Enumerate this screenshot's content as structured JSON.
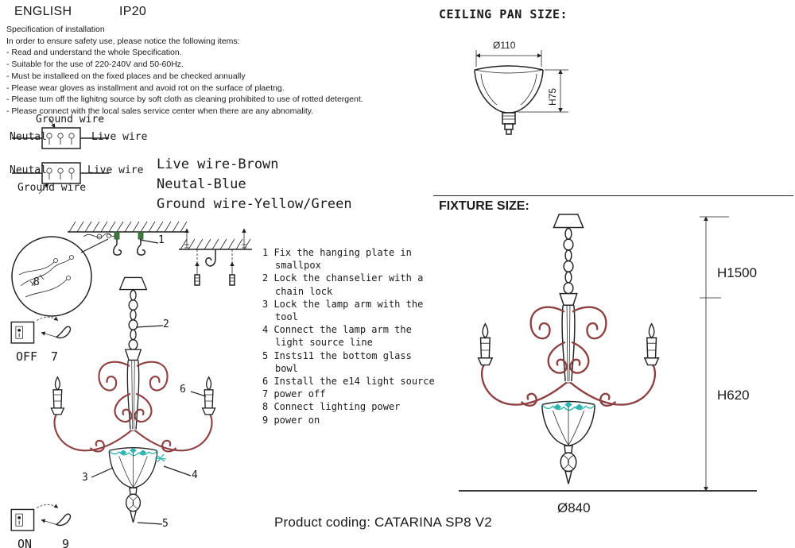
{
  "header": {
    "language": "ENGLISH",
    "ip_rating": "IP20"
  },
  "spec": {
    "title": "Specification of installation",
    "items": [
      "In order to ensure safety use, please notice the following items:",
      "- Read and understand the whole Specification.",
      "- Suitable for the use of 220-240V and 50-60Hz.",
      "- Must be installeed on the fixed places and be checked annually",
      "- Please wear gloves as installment and avoid rot on the surface of plaetng.",
      "- Please tum off the lighitng source by soft cloth as cleaning prohibited to use of rotted detergent.",
      "- Please connect with the local sales service center when there are any abnomality."
    ]
  },
  "wiring": {
    "ground_top": "Ground wire",
    "neutral_top": "Neutal",
    "live_top": "Live wire",
    "neutral_bottom": "Neutal",
    "live_bottom": "Live wire",
    "ground_bottom": "Ground wire",
    "legend": [
      "Live wire-Brown",
      "Neutal-Blue",
      "Ground wire-Yellow/Green"
    ]
  },
  "steps": [
    "1 Fix the hanging plate in smallpox",
    "2 Lock the chanselier with a chain lock",
    "3 Lock the lamp arm with the tool",
    "4 Connect the lamp arm the light source line",
    "5 Insts11 the bottom glass bowl",
    "6 Install the e14 light source",
    "7 power off",
    "8 Connect lighting power",
    "9 power on"
  ],
  "callouts": {
    "n1": "1",
    "n2": "2",
    "n3": "3",
    "n4": "4",
    "n5": "5",
    "n6": "6",
    "n8": "8",
    "off": "OFF",
    "off_step": "7",
    "on": "ON",
    "on_step": "9"
  },
  "ceiling_pan": {
    "title": "CEILING PAN SIZE:",
    "diameter": "Ø110",
    "height": "H75"
  },
  "fixture": {
    "title": "FIXTURE SIZE:",
    "height_total": "H1500",
    "height_body": "H620",
    "diameter": "Ø840"
  },
  "product_coding": "Product coding: CATARINA SP8 V2"
}
